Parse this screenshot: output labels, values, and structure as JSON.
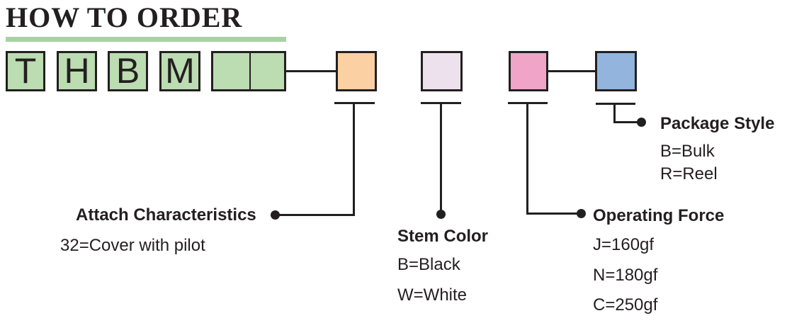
{
  "title": "HOW TO ORDER",
  "code_letters": [
    "T",
    "H",
    "B",
    "M"
  ],
  "colors": {
    "green": "#bcdcb2",
    "orange": "#fbd0a3",
    "lavender": "#eee1ee",
    "pink": "#f0a5c8",
    "blue": "#92b4dd",
    "line": "#231f20",
    "underline": "#a9d2a4"
  },
  "sections": {
    "attach_characteristics": {
      "label": "Attach Characteristics",
      "options": [
        "32=Cover with pilot"
      ]
    },
    "stem_color": {
      "label": "Stem Color",
      "options": [
        "B=Black",
        "W=White"
      ]
    },
    "operating_force": {
      "label": "Operating Force",
      "options": [
        "J=160gf",
        "N=180gf",
        "C=250gf"
      ]
    },
    "package_style": {
      "label": "Package Style",
      "options": [
        "B=Bulk",
        "R=Reel"
      ]
    }
  }
}
